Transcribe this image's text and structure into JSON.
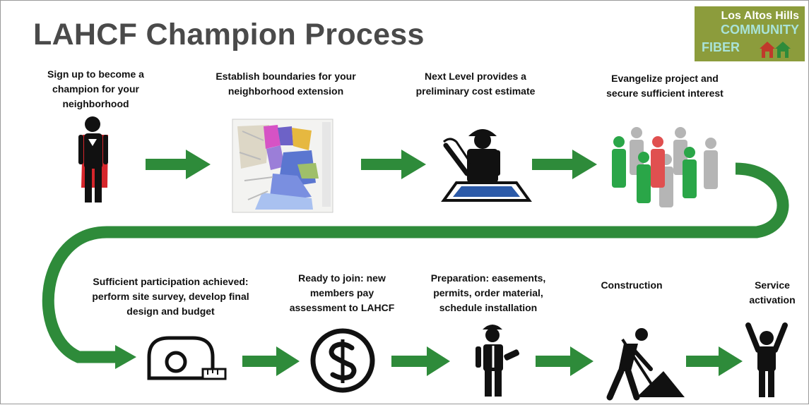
{
  "title": "LAHCF Champion Process",
  "logo": {
    "line1": "Los Altos Hills",
    "line2": "COMMUNITY",
    "line3": "FIBER",
    "icon": "houses-icon"
  },
  "colors": {
    "arrow": "#2e8b3a",
    "title": "#4a4a4a",
    "logo_bg": "#8c9c3c",
    "logo_accent": "#a9e3d8",
    "person_active": "#2aa648",
    "person_red": "#e05050",
    "person_inactive": "#b5b5b5",
    "cape": "#d6262b",
    "tablet_screen": "#2c5aa8"
  },
  "steps": [
    {
      "text": "Sign up to become a champion for your neighborhood",
      "icon": "superhero-icon"
    },
    {
      "text": "Establish boundaries for your neighborhood extension",
      "icon": "neighborhood-map-icon"
    },
    {
      "text": "Next Level provides a preliminary cost estimate",
      "icon": "engineer-blueprint-icon"
    },
    {
      "text": "Evangelize project and secure sufficient interest",
      "icon": "crowd-people-icon"
    },
    {
      "text": "Sufficient participation achieved: perform site survey, develop final design and budget",
      "icon": "tape-measure-icon"
    },
    {
      "text": "Ready to join: new members pay assessment to LAHCF",
      "icon": "dollar-coin-icon"
    },
    {
      "text": "Preparation: easements, permits, order material, schedule installation",
      "icon": "worker-plans-icon"
    },
    {
      "text": "Construction",
      "icon": "digging-worker-icon"
    },
    {
      "text": "Service activation",
      "icon": "celebrating-person-icon"
    }
  ]
}
